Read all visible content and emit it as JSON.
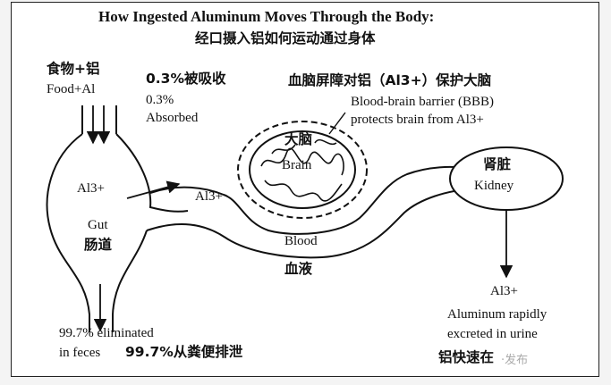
{
  "title_en": "How Ingested Aluminum Moves Through the Body:",
  "title_cn": "经口摄入铝如何运动通过身体",
  "food": {
    "cn": "食物+铝",
    "en": "Food+Al"
  },
  "absorbed": {
    "cn": "0.3%被吸收",
    "en_pct": "0.3%",
    "en_label": "Absorbed"
  },
  "bbb": {
    "cn": "血脑屏障对铝（Al3+）保护大脑",
    "en_line1": "Blood-brain barrier (BBB)",
    "en_line2": "protects brain from Al3+"
  },
  "brain": {
    "cn": "大脑",
    "en": "Brain"
  },
  "kidney": {
    "cn": "肾脏",
    "en": "Kidney"
  },
  "gut": {
    "al": "Al3+",
    "en": "Gut",
    "cn": "肠道"
  },
  "blood_al": "Al3+",
  "blood": {
    "en": "Blood",
    "cn": "血液"
  },
  "eliminated": {
    "en_line1": "99.7% eliminated",
    "en_line2": "in feces",
    "cn": "99.7%从粪便排泄"
  },
  "urine": {
    "al": "Al3+",
    "en_line1": "Aluminum rapidly",
    "en_line2": "excreted in urine",
    "cn": "铝快速在"
  },
  "watermark": "·发布"
}
